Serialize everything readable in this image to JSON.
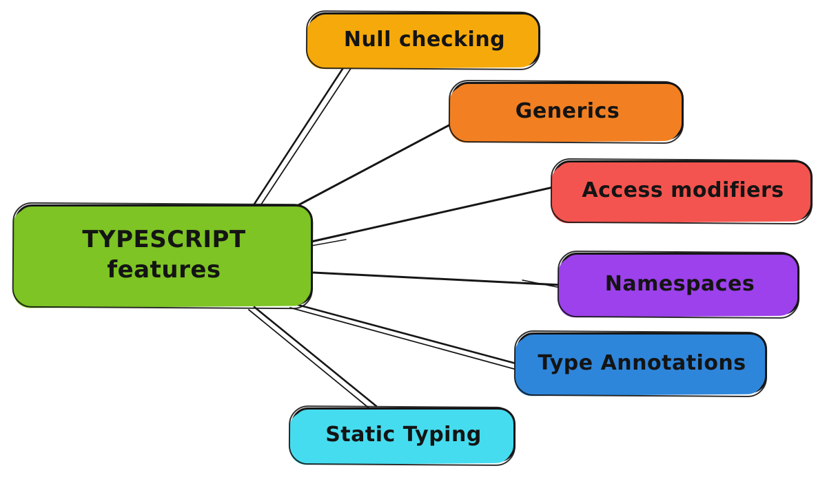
{
  "diagram": {
    "type": "mind-map",
    "background_color": "#FFFFFF",
    "outline_color": "#161616",
    "text_color": "#141414",
    "center": {
      "label_line1": "TYPESCRIPT",
      "label_line2": "features",
      "color": "#7DC424"
    },
    "branches": [
      {
        "id": "null-checking",
        "label": "Null checking",
        "color": "#F5A90B"
      },
      {
        "id": "generics",
        "label": "Generics",
        "color": "#F28022"
      },
      {
        "id": "access-modifiers",
        "label": "Access modifiers",
        "color": "#F4544F"
      },
      {
        "id": "namespaces",
        "label": "Namespaces",
        "color": "#9C41EB"
      },
      {
        "id": "type-annotations",
        "label": "Type Annotations",
        "color": "#2E86DB"
      },
      {
        "id": "static-typing",
        "label": "Static Typing",
        "color": "#46DCEF"
      }
    ],
    "edges": [
      {
        "from": "TYPESCRIPT features",
        "to": "Null checking"
      },
      {
        "from": "TYPESCRIPT features",
        "to": "Generics"
      },
      {
        "from": "TYPESCRIPT features",
        "to": "Access modifiers"
      },
      {
        "from": "TYPESCRIPT features",
        "to": "Namespaces"
      },
      {
        "from": "TYPESCRIPT features",
        "to": "Type Annotations"
      },
      {
        "from": "TYPESCRIPT features",
        "to": "Static Typing"
      }
    ]
  }
}
